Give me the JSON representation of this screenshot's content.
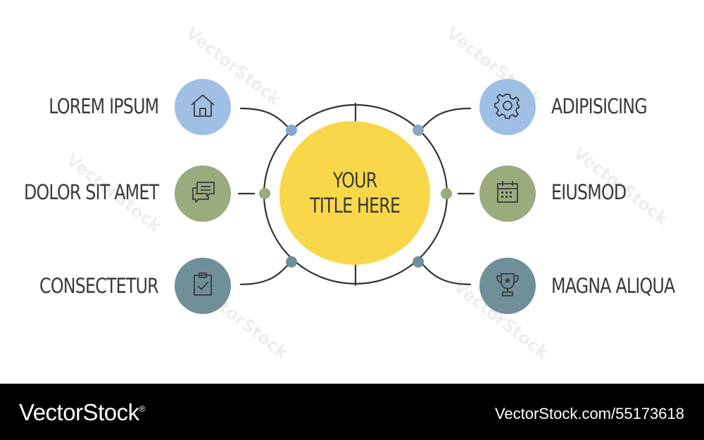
{
  "center": {
    "line1": "YOUR",
    "line2": "TITLE HERE",
    "color": "#f8d84a"
  },
  "left_items": [
    {
      "label": "LOREM IPSUM",
      "icon": "house-icon",
      "color": "#9fc0e4"
    },
    {
      "label": "DOLOR SIT AMET",
      "icon": "chat-bubbles-icon",
      "color": "#9aab7e"
    },
    {
      "label": "CONSECTETUR",
      "icon": "clipboard-check-icon",
      "color": "#6f8f99"
    }
  ],
  "right_items": [
    {
      "label": "ADIPISICING",
      "icon": "gear-icon",
      "color": "#9fc0e4"
    },
    {
      "label": "EIUSMOD",
      "icon": "calendar-icon",
      "color": "#9aab7e"
    },
    {
      "label": "MAGNA ALIQUA",
      "icon": "trophy-icon",
      "color": "#6f8f99"
    }
  ],
  "watermark": "VectorStock",
  "footer": {
    "brand": "VectorStock",
    "registered": "®",
    "image_id": "VectorStock.com/55173618"
  },
  "colors": {
    "line": "#333333",
    "dot_blue": "#88a8c8",
    "dot_green": "#9aab7e",
    "dot_teal": "#6f8f99"
  }
}
